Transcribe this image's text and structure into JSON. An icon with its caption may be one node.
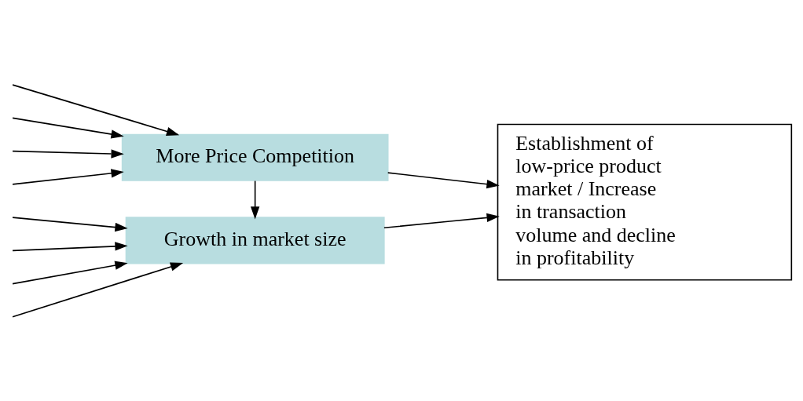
{
  "diagram": {
    "nodes": [
      {
        "text": [
          "More Price Competition"
        ]
      },
      {
        "text": [
          "Growth in market size"
        ]
      },
      {
        "text": [
          "Establishment of low-price product market / Increase in transaction volume and decline in profitability"
        ]
      }
    ],
    "edges": [
      {
        "from": null,
        "to": 0,
        "arrow": "to"
      },
      {
        "from": null,
        "to": 0,
        "arrow": "to"
      },
      {
        "from": null,
        "to": 1,
        "arrow": "to"
      },
      {
        "from": null,
        "to": 1,
        "arrow": "to"
      },
      {
        "from": null,
        "to": 0,
        "arrow": "to"
      },
      {
        "from": null,
        "to": 1,
        "arrow": "to"
      },
      {
        "from": null,
        "to": 1,
        "arrow": "to"
      },
      {
        "from": null,
        "to": 0,
        "arrow": "to"
      },
      {
        "from": 0,
        "to": 1,
        "arrow": "to"
      },
      {
        "from": 0,
        "to": 2,
        "arrow": "to"
      },
      {
        "from": 1,
        "to": 2,
        "arrow": "to"
      }
    ]
  }
}
